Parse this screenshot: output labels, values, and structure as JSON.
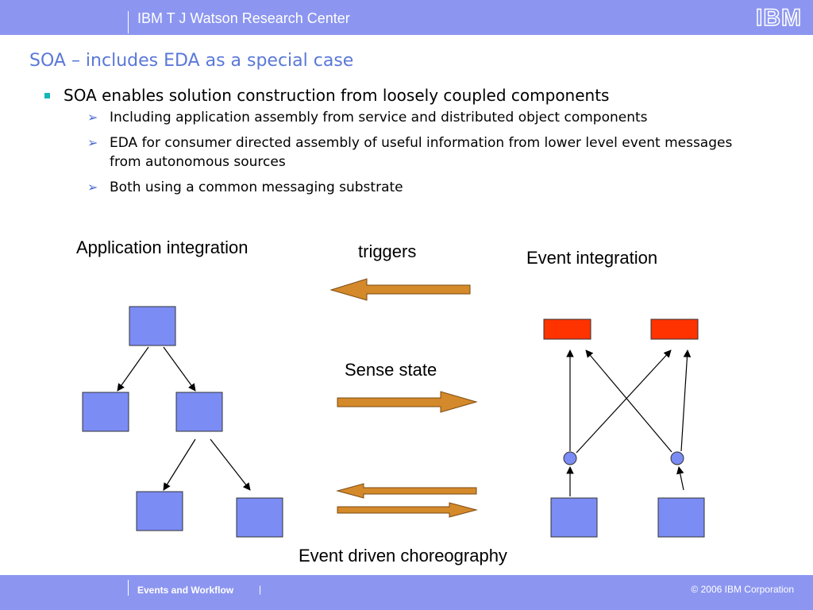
{
  "header": {
    "org_name": "IBM T J Watson Research Center",
    "logo_text": "IBM"
  },
  "slide": {
    "title": "SOA –  includes EDA as a special case",
    "main_bullet": "SOA enables solution construction from loosely coupled components",
    "sub_bullets": [
      "Including application assembly from service and distributed object components",
      "EDA for consumer directed assembly of useful information from lower level event messages from autonomous sources",
      "Both using a common messaging substrate"
    ]
  },
  "diagram": {
    "application_integration_label": "Application integration",
    "triggers_label": "triggers",
    "event_integration_label": "Event integration",
    "sense_state_label": "Sense state",
    "event_driven_choreography_label": "Event driven choreography"
  },
  "footer": {
    "section_label": "Events and Workflow",
    "divider": "|",
    "copyright": "© 2006 IBM Corporation"
  },
  "colors": {
    "header_bar": "#8c96f0",
    "title_blue": "#5a78d8",
    "box_fill": "#7b8cf5",
    "event_box": "#ff3300",
    "arrow_orange": "#d4892a"
  }
}
